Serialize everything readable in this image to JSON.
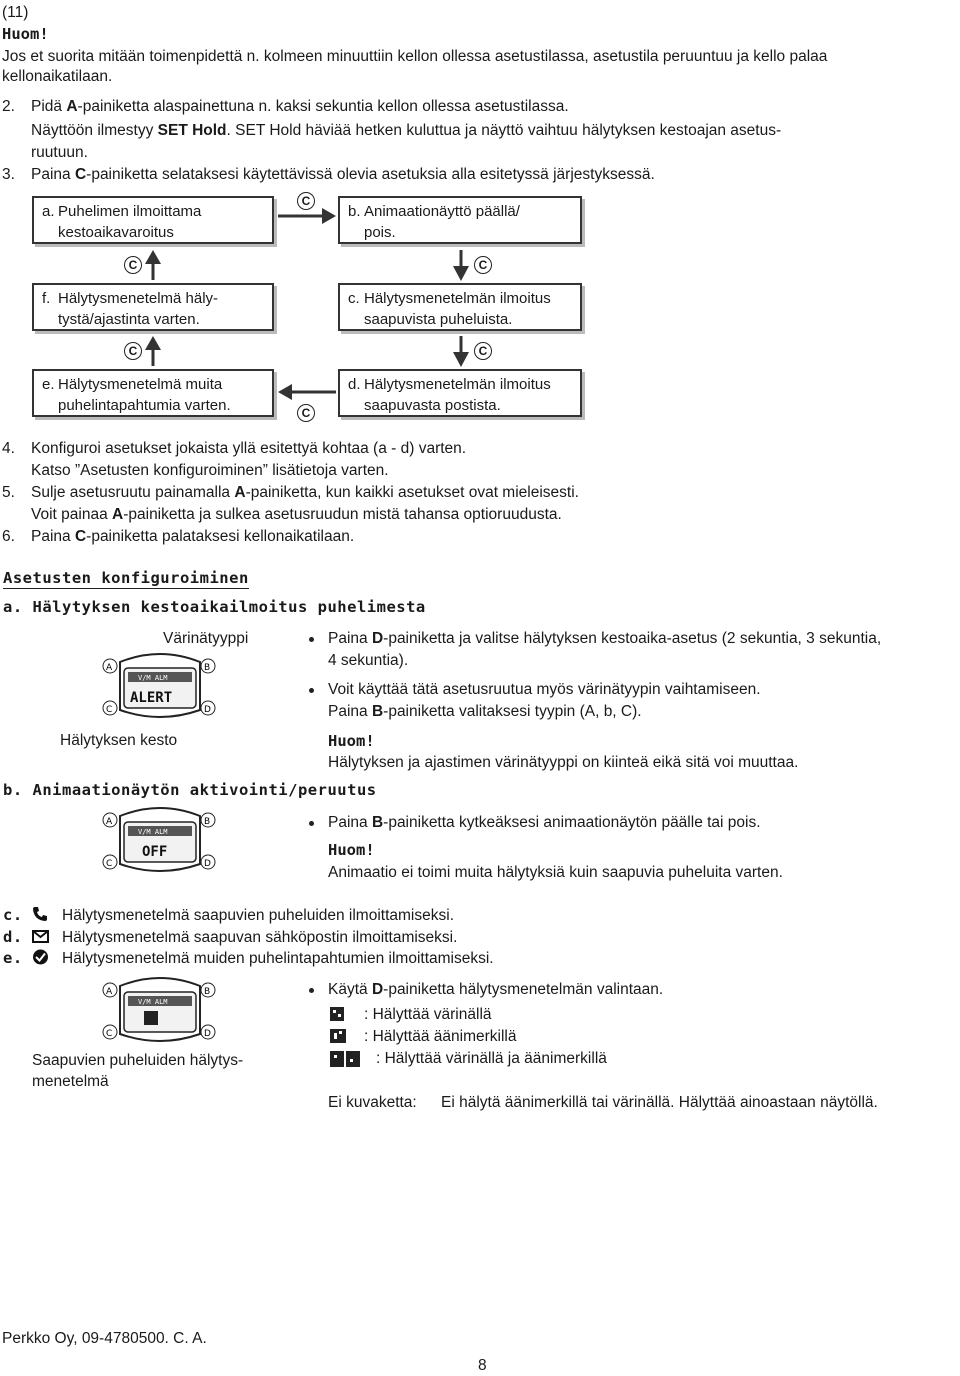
{
  "page_label": "(11)",
  "note1": {
    "title": "Huom!",
    "line1": "Jos et suorita mitään toimenpidettä n. kolmeen minuuttiin kellon ollessa asetustilassa, asetustila peruuntuu ja kello palaa",
    "line2": "kellonaikatilaan."
  },
  "step2": {
    "num": "2.",
    "pre1": "Pidä ",
    "key": "A",
    "post1": "-painiketta alaspainettuna n. kaksi sekuntia kellon ollessa asetustilassa.",
    "pre2": "Näyttöön ilmestyy ",
    "bold2": "SET  Hold",
    "post2": ". SET Hold häviää hetken kuluttua ja näyttö vaihtuu hälytyksen kestoajan asetus-",
    "line3": "ruutuun."
  },
  "step3": {
    "num": "3.",
    "pre": "Paina ",
    "key": "C",
    "post": "-painiketta selataksesi käytettävissä olevia asetuksia alla esitetyssä järjestyksessä."
  },
  "flow": {
    "c_symbol": "C",
    "a": {
      "letter": "a.",
      "line1": "Puhelimen ilmoittama",
      "line2": "kestoaikavaroitus"
    },
    "b": {
      "letter": "b.",
      "line1": "Animaationäyttö päällä/",
      "line2": "pois."
    },
    "c": {
      "letter": "c.",
      "line1": "Hälytysmenetelmän ilmoitus",
      "line2": "saapuvista puheluista."
    },
    "d": {
      "letter": "d.",
      "line1": "Hälytysmenetelmän ilmoitus",
      "line2": "saapuvasta postista."
    },
    "e": {
      "letter": "e.",
      "line1": "Hälytysmenetelmä muita",
      "line2": "puhelintapahtumia varten."
    },
    "f": {
      "letter": "f.",
      "line1": "Hälytysmenetelmä häly-",
      "line2": "tystä/ajastinta varten."
    }
  },
  "step4": {
    "num": "4.",
    "line1": "Konfiguroi asetukset jokaista yllä esitettyä kohtaa (a - d) varten.",
    "line2": "Katso ”Asetusten konfiguroiminen” lisätietoja varten."
  },
  "step5": {
    "num": "5.",
    "pre": "Sulje asetusruutu painamalla ",
    "key": "A",
    "post": "-painiketta, kun kaikki asetukset ovat mieleisesti.",
    "pre2": "Voit painaa ",
    "key2": "A",
    "post2": "-painiketta ja sulkea asetusruudun mistä tahansa optioruudusta."
  },
  "step6": {
    "num": "6.",
    "pre": "Paina ",
    "key": "C",
    "post": "-painiketta palataksesi kellonaikatilaan."
  },
  "section": {
    "title": "Asetusten  konfiguroiminen",
    "a": {
      "heading": "a. Hälytyksen kestoaikailmoitus puhelimesta",
      "label_top": "Värinätyyppi",
      "label_bottom": "Hälytyksen kesto",
      "display_text": "ALERT",
      "b1_pre": "Paina ",
      "b1_key": "D",
      "b1_post": "-painiketta ja valitse hälytyksen kestoaika-asetus (2 sekuntia, 3 sekuntia,",
      "b1_line2": "4 sekuntia).",
      "b2_line1": "Voit käyttää tätä asetusruutua myös värinätyypin vaihtamiseen.",
      "b2_pre": "Paina ",
      "b2_key": "B",
      "b2_post": "-painiketta valitaksesi tyypin (A, b, C).",
      "note_title": "Huom!",
      "note_text": "Hälytyksen ja ajastimen värinätyyppi on kiinteä eikä sitä voi muuttaa."
    },
    "b": {
      "heading": "b. Animaationäytön  aktivointi/peruutus",
      "display_text": "OFF",
      "b1_pre": "Paina ",
      "b1_key": "B",
      "b1_post": "-painiketta kytkeäksesi animaationäytön päälle tai pois.",
      "note_title": "Huom!",
      "note_text": "Animaatio ei toimi muita hälytyksiä kuin saapuvia puheluita varten."
    },
    "cde": [
      {
        "letter": "c.",
        "icon": "phone-icon",
        "text": "Hälytysmenetelmä saapuvien puheluiden ilmoittamiseksi."
      },
      {
        "letter": "d.",
        "icon": "mail-icon",
        "text": "Hälytysmenetelmä saapuvan sähköpostin ilmoittamiseksi."
      },
      {
        "letter": "e.",
        "icon": "check-icon",
        "text": "Hälytysmenetelmä muiden puhelintapahtumien ilmoittamiseksi."
      }
    ],
    "method": {
      "label": "Saapuvien puheluiden hälytys-",
      "label2": "menetelmä",
      "b1_pre": "Käytä ",
      "b1_key": "D",
      "b1_post": "-painiketta hälytysmenetelmän valintaan.",
      "opt1": ": Hälyttää värinällä",
      "opt2": ": Hälyttää äänimerkillä",
      "opt3": ": Hälyttää värinällä ja äänimerkillä",
      "none_label": "Ei kuvakettа:",
      "none_text": "Ei hälytä äänimerkillä tai värinällä. Hälyttää ainoastaan näytöllä."
    }
  },
  "footer": {
    "company": "Perkko Oy, 09-4780500. C. A.",
    "page_number": "8"
  }
}
